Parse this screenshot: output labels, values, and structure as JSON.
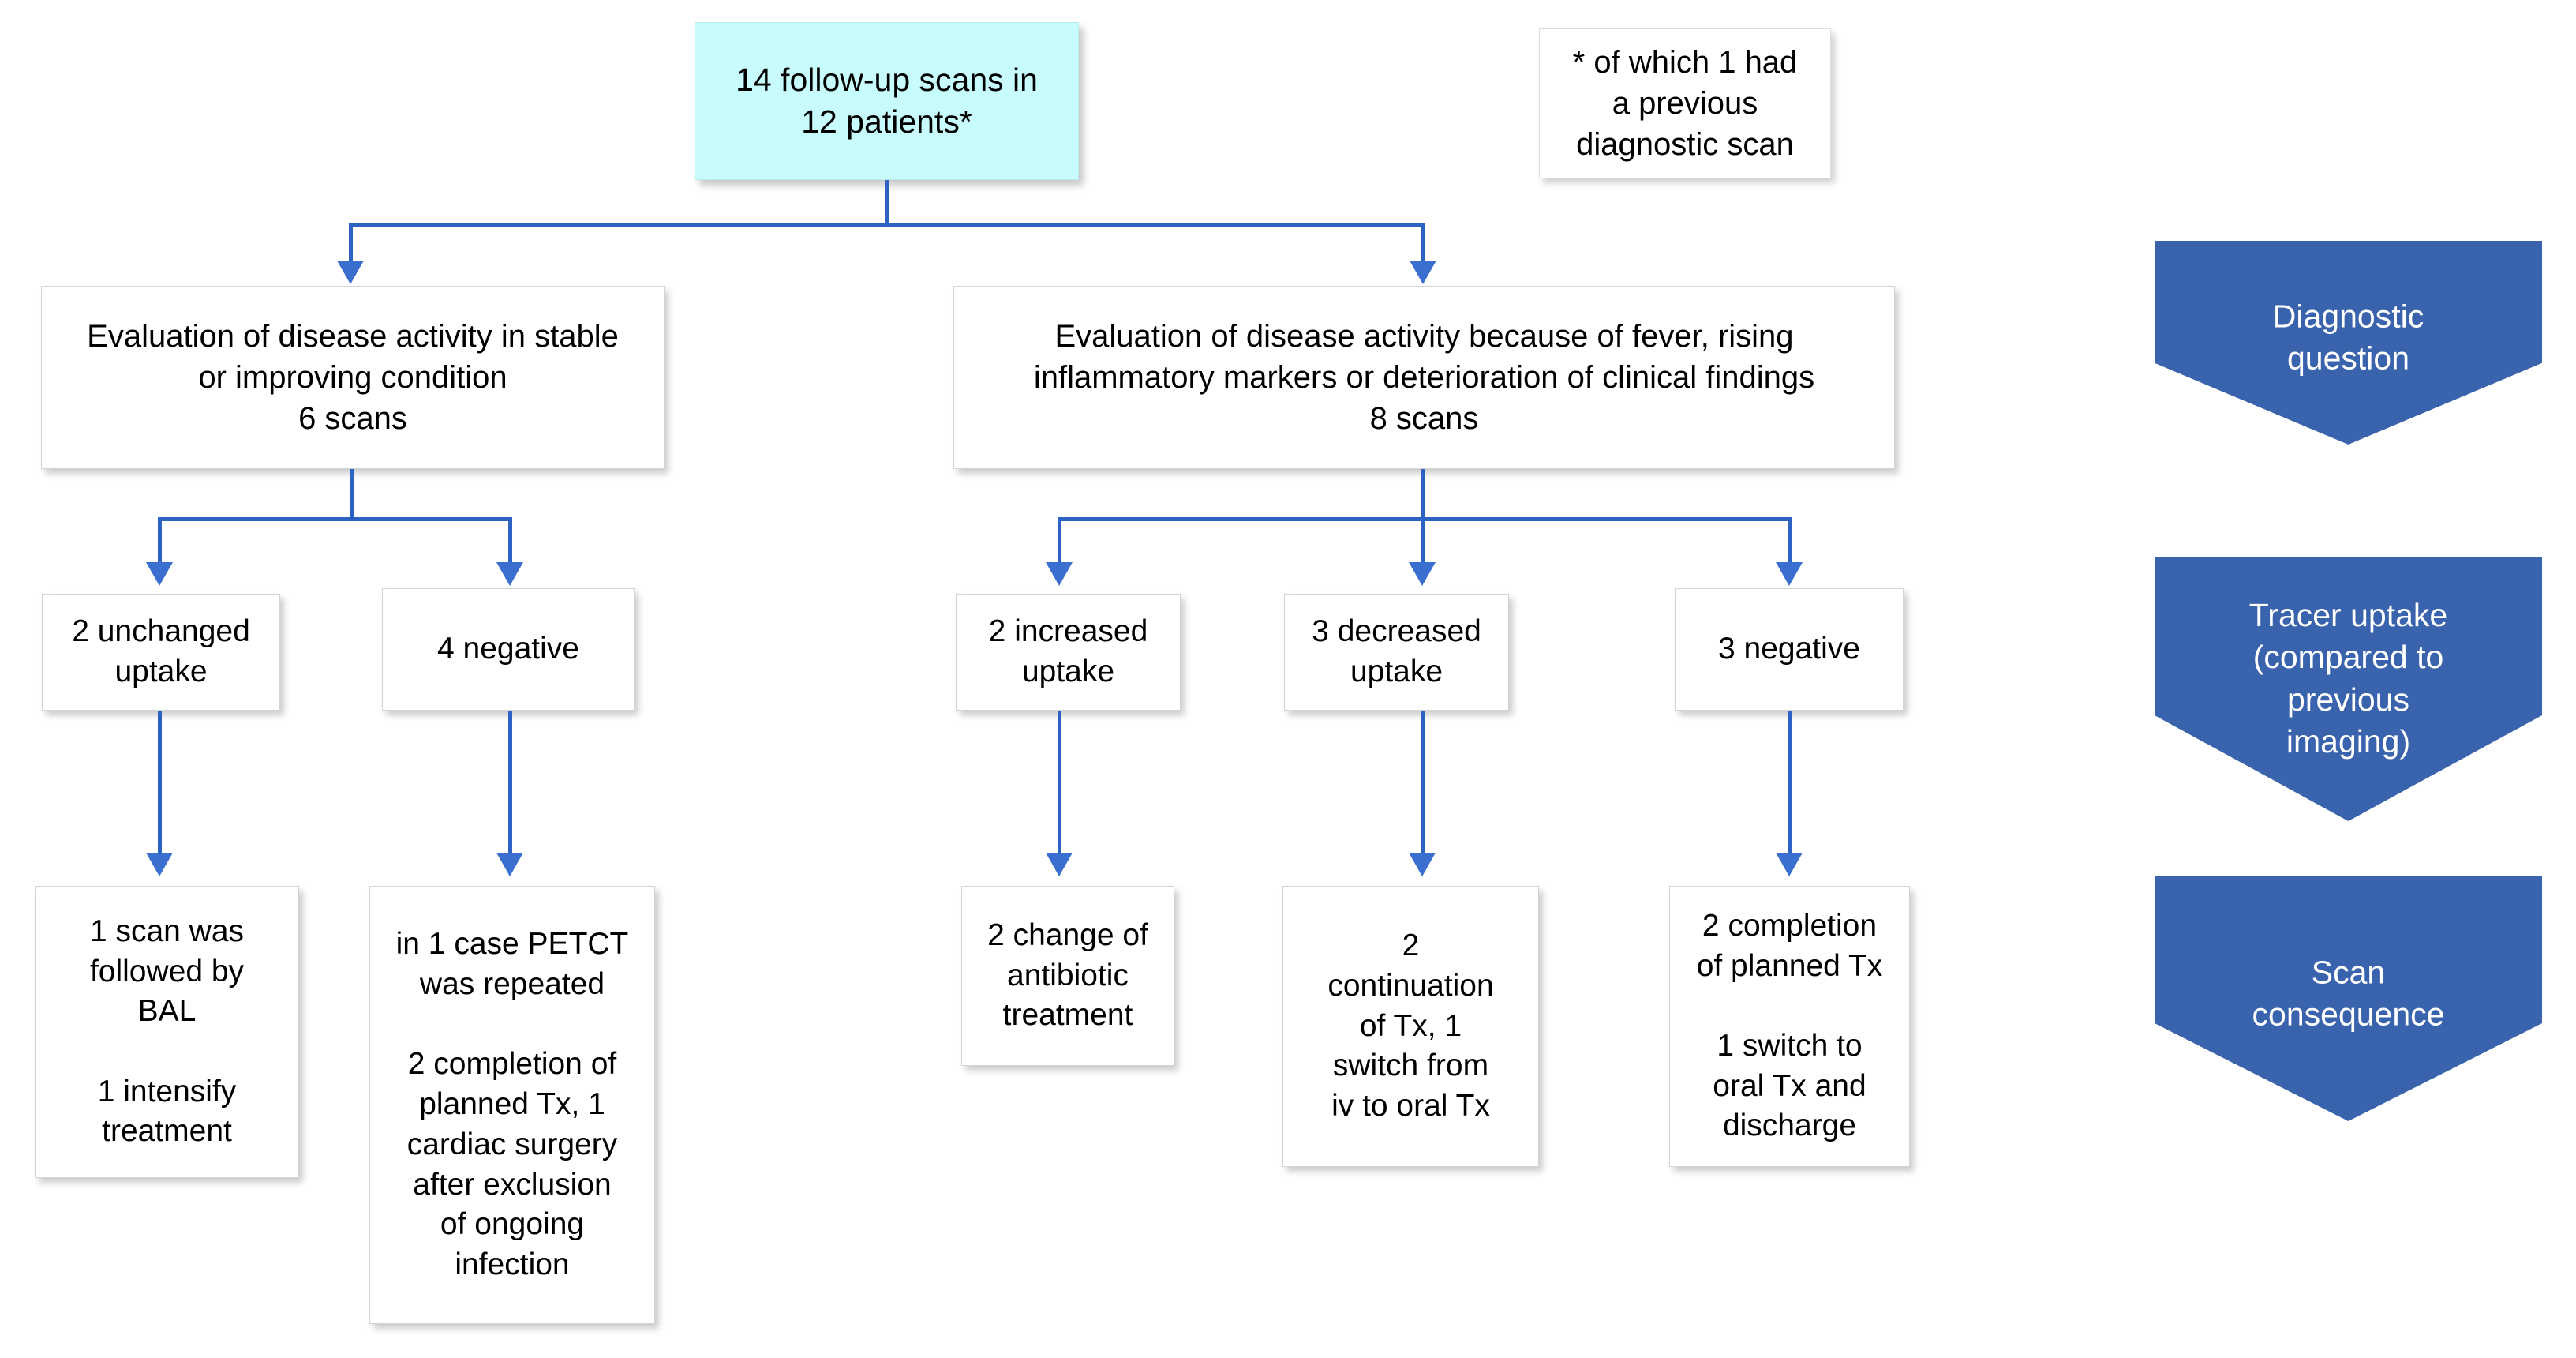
{
  "diagram": {
    "title": "Follow-up PET/CT scan flowchart",
    "accent_color": "#2d62c4",
    "root_fill": "#c8fbfb",
    "legend_fill": "#3a63ad",
    "node_fill": "#ffffff",
    "text_color": "#000000"
  },
  "root": {
    "label": "14 follow-up scans in\n12 patients*"
  },
  "footnote": {
    "label": "* of which 1 had\na previous\ndiagnostic scan"
  },
  "branches": [
    {
      "id": "stable",
      "label": "Evaluation of disease activity in stable\nor improving condition\n6 scans",
      "scans": 6,
      "findings": [
        {
          "id": "unchanged-uptake",
          "label": "2 unchanged\nuptake",
          "count": 2,
          "outcome": "1 scan was\nfollowed by\nBAL\n\n1 intensify\ntreatment"
        },
        {
          "id": "negative-left",
          "label": "4 negative",
          "count": 4,
          "outcome": "in 1 case PETCT\nwas repeated\n\n2 completion of\nplanned Tx, 1\ncardiac surgery\nafter exclusion\nof ongoing\ninfection"
        }
      ]
    },
    {
      "id": "deterioration",
      "label": "Evaluation of disease activity because of fever, rising\ninflammatory markers or deterioration of clinical findings\n8 scans",
      "scans": 8,
      "findings": [
        {
          "id": "increased-uptake",
          "label": "2 increased\nuptake",
          "count": 2,
          "outcome": "2 change of\nantibiotic\ntreatment"
        },
        {
          "id": "decreased-uptake",
          "label": "3 decreased\nuptake",
          "count": 3,
          "outcome": "2\ncontinuation\nof Tx, 1\nswitch from\niv to oral Tx"
        },
        {
          "id": "negative-right",
          "label": "3 negative",
          "count": 3,
          "outcome": "2 completion\nof planned Tx\n\n1 switch to\noral Tx and\ndischarge"
        }
      ]
    }
  ],
  "legend": [
    {
      "id": "diagnostic-question",
      "label": "Diagnostic\nquestion"
    },
    {
      "id": "tracer-uptake",
      "label": "Tracer uptake\n(compared to\nprevious\nimaging)"
    },
    {
      "id": "scan-consequence",
      "label": "Scan\nconsequence"
    }
  ]
}
